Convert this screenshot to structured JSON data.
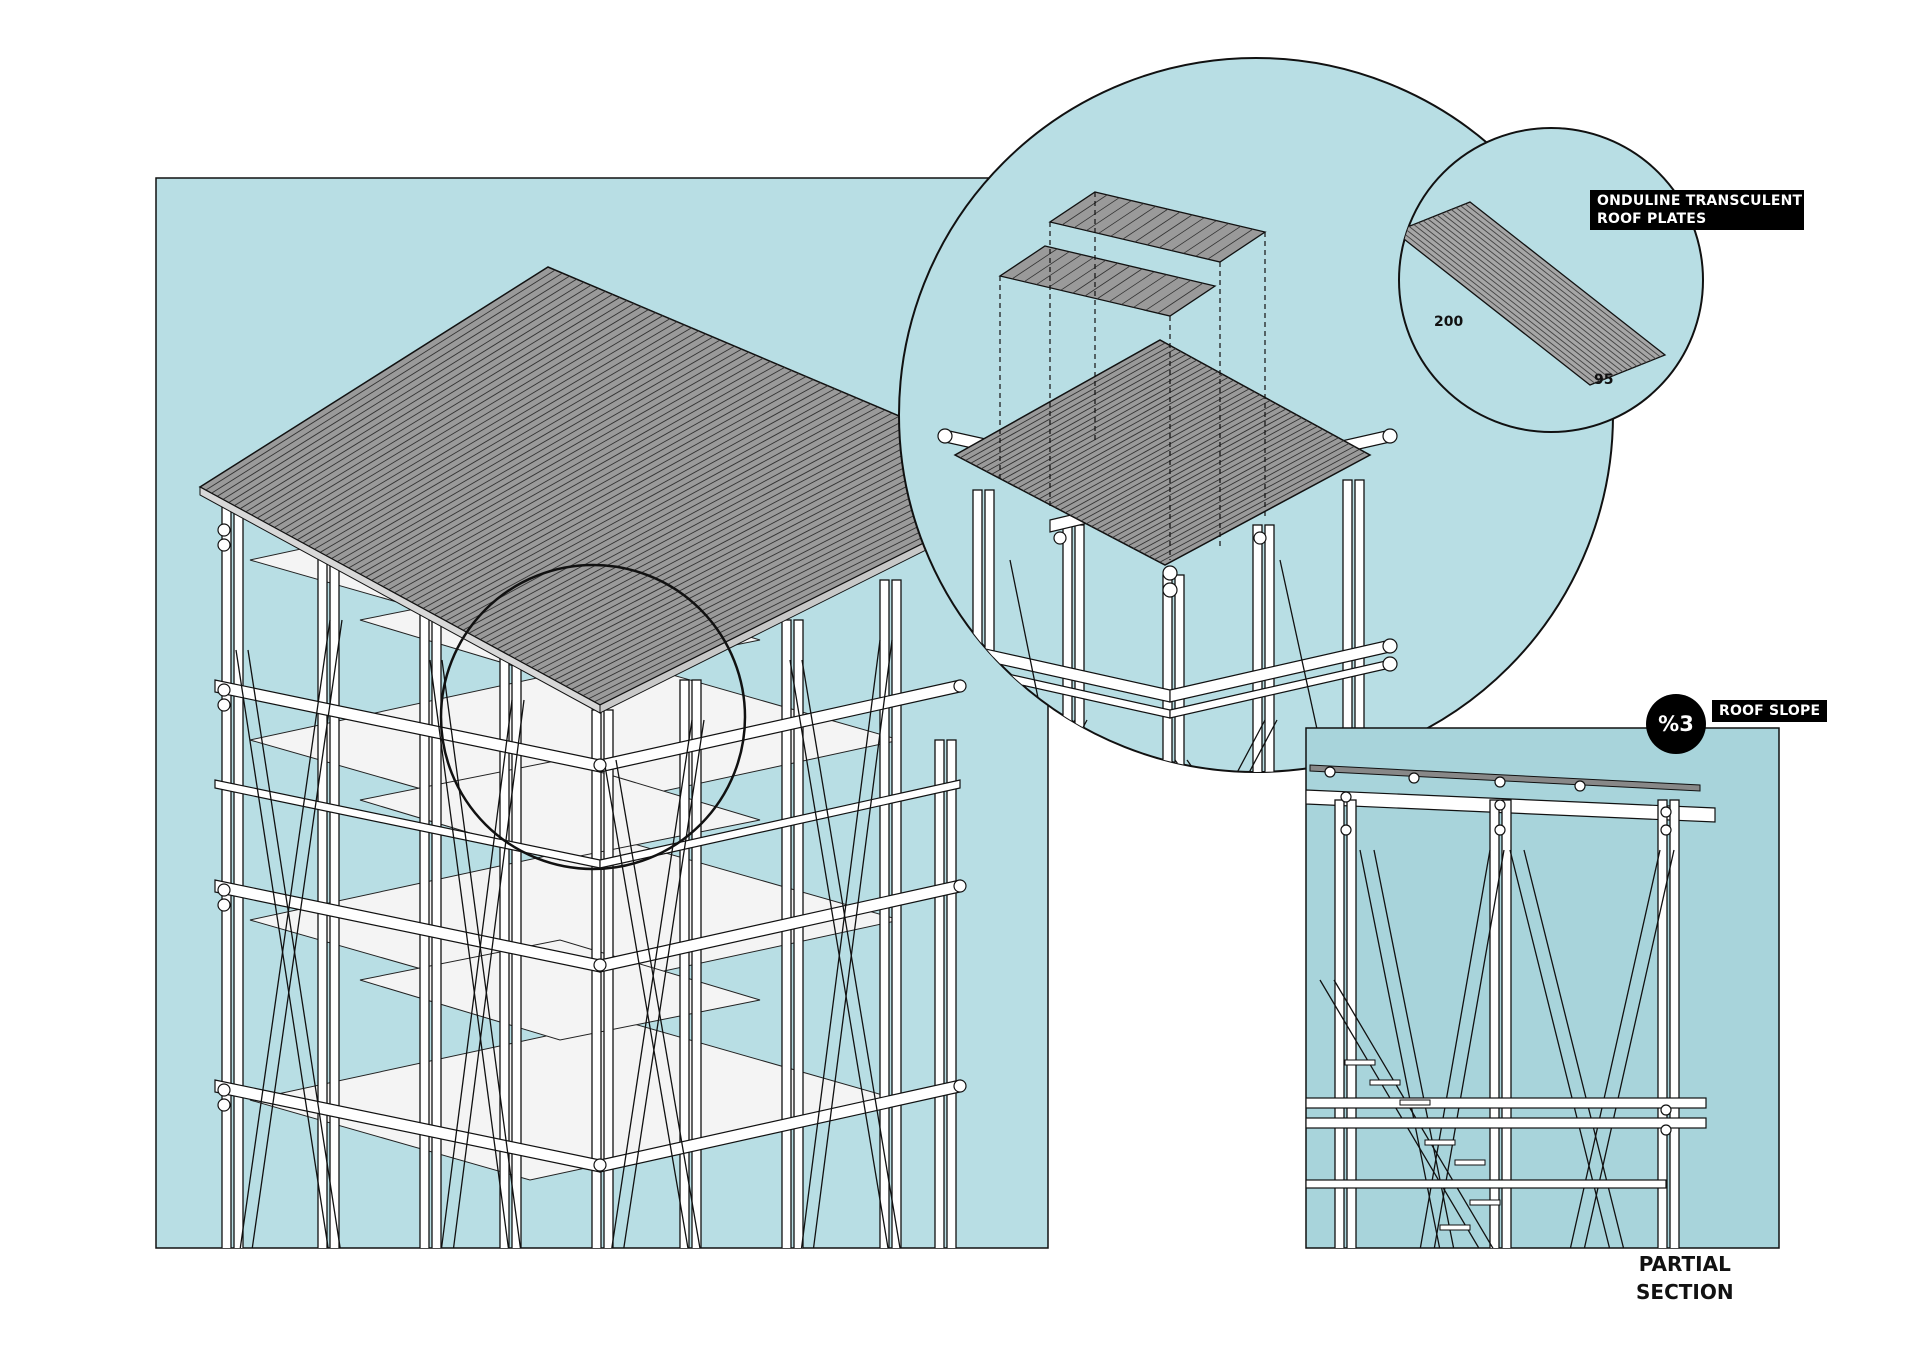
{
  "colors": {
    "panel_fill": "#b8dee4",
    "panel_fill_deep": "#a8d4db",
    "line": "#111111",
    "tube_fill": "#ffffff",
    "roof_fill": "#9a9a9a",
    "label_bg": "#000000",
    "label_text": "#ffffff"
  },
  "labels": {
    "roof_plates_line1": "ONDULINE TRANSCULENT",
    "roof_plates_line2": "ROOF PLATES",
    "roof_slope_badge": "%3",
    "roof_slope_label": "ROOF SLOPE",
    "plate_length": "200",
    "plate_width": "95",
    "section_title_line1": "PARTIAL",
    "section_title_line2": "SECTION"
  },
  "icons": [
    "detail-callout-circle",
    "roof-plate-sheet"
  ]
}
